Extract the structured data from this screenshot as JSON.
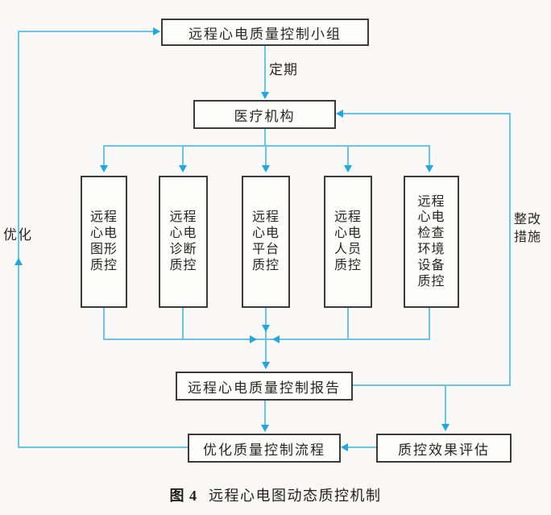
{
  "diagram": {
    "top_group": "远程心电质量控制小组",
    "medical_org": "医疗机构",
    "qc_boxes": [
      {
        "label": "远程心电图形质控",
        "display": "远程\n心电\n图形\n质控"
      },
      {
        "label": "远程心电诊断质控",
        "display": "远程\n心电\n诊断\n质控"
      },
      {
        "label": "远程心电平台质控",
        "display": "远程\n心电\n平台\n质控"
      },
      {
        "label": "远程心电人员质控",
        "display": "远程\n心电\n人员\n质控"
      },
      {
        "label": "远程心电检查环境设备质控",
        "display": "远程\n心电\n检查\n环境\n设备\n质控"
      }
    ],
    "report": "远程心电质量控制报告",
    "optimize_process": "优化质量控制流程",
    "effect_evaluation": "质控效果评估",
    "edge_labels": {
      "periodic": "定期",
      "optimize": "优化",
      "rectification": "整改\n措施"
    },
    "caption": {
      "figure_no": "图 4",
      "title": "远程心电图动态质控机制"
    }
  },
  "colors": {
    "line": "#6cc3ea",
    "arrowhead": "#1fa7df",
    "box_border": "#3a3a3a",
    "text": "#262626",
    "background": "#faf9f7"
  }
}
